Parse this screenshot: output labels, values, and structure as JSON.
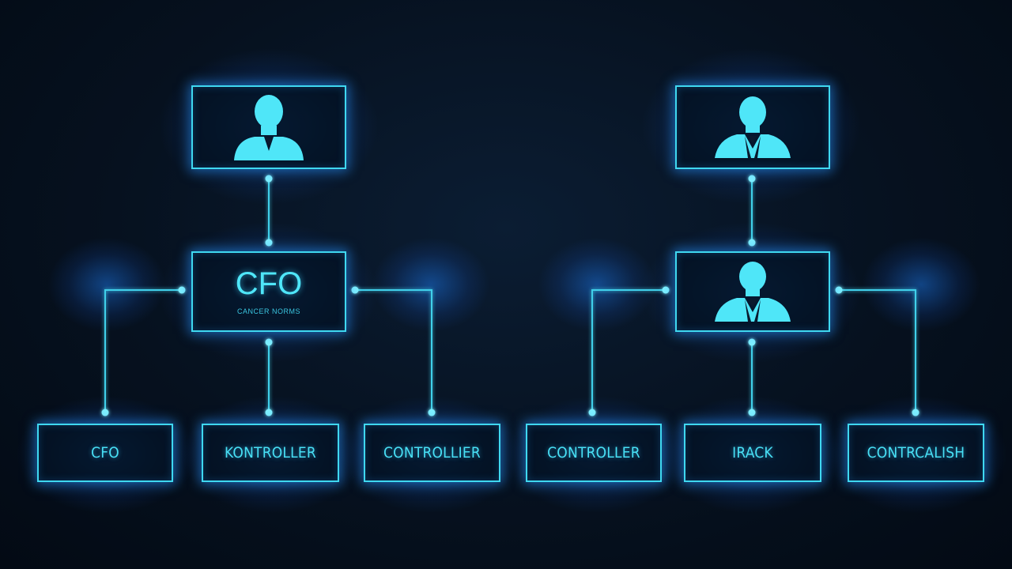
{
  "colors": {
    "accent": "#3fd8f0",
    "glow": "#2a8cff",
    "background": "#06111f"
  },
  "left_chart": {
    "top_node": {
      "icon": "person-icon"
    },
    "middle_node": {
      "title": "CFO",
      "subtitle": "CANCER NORMS"
    },
    "leaves": [
      "CFO",
      "KONTROLLER",
      "CONTROLLIER"
    ]
  },
  "right_chart": {
    "top_node": {
      "icon": "person-icon"
    },
    "middle_node": {
      "icon": "person-icon"
    },
    "leaves": [
      "CONTROLLER",
      "IRACK",
      "CONTRCALISH"
    ]
  }
}
